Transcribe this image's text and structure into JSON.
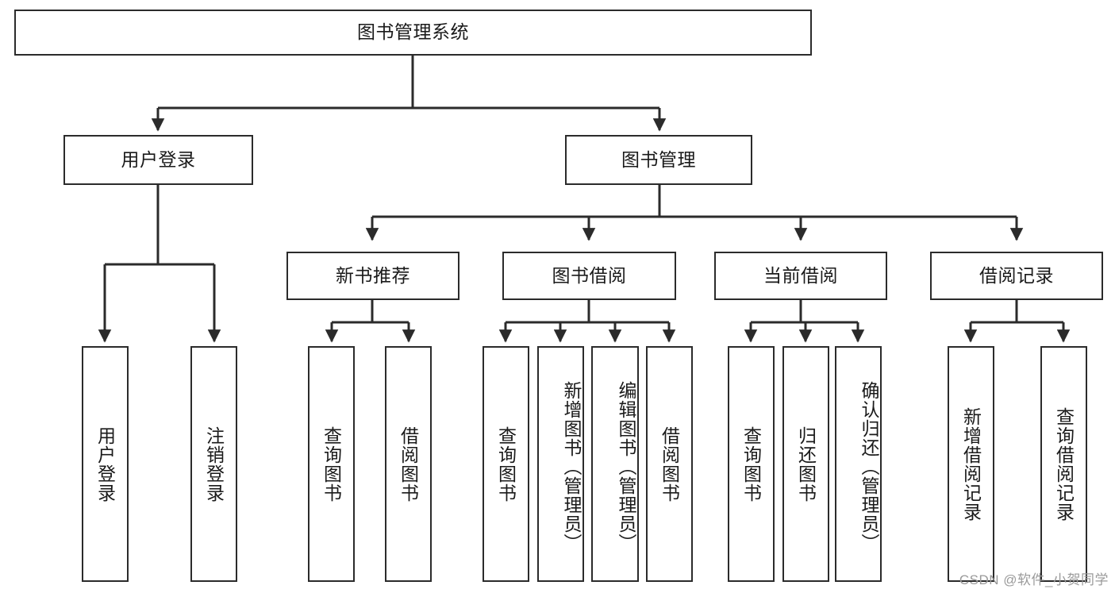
{
  "diagram": {
    "type": "tree-hierarchy",
    "title": "图书管理系统",
    "orientation": "top-down",
    "colors": {
      "box_border": "#2b2b2b",
      "box_fill": "#ffffff",
      "connector": "#2b2b2b",
      "text": "#1a1a1a",
      "watermark": "#9a9a9a"
    }
  },
  "nodes": {
    "root": {
      "label": "图书管理系统"
    },
    "level2": [
      {
        "id": "user-login",
        "label": "用户登录"
      },
      {
        "id": "book-manage",
        "label": "图书管理"
      }
    ],
    "level3": [
      {
        "id": "new-book-recommend",
        "label": "新书推荐"
      },
      {
        "id": "book-borrow",
        "label": "图书借阅"
      },
      {
        "id": "current-borrow",
        "label": "当前借阅"
      },
      {
        "id": "borrow-record",
        "label": "借阅记录"
      }
    ],
    "leaves": {
      "user-login": [
        {
          "id": "leaf-user-login",
          "label": "用户登录"
        },
        {
          "id": "leaf-logout-login",
          "label": "注销登录"
        }
      ],
      "new-book-recommend": [
        {
          "id": "leaf-query-book-1",
          "label": "查询图书"
        },
        {
          "id": "leaf-borrow-book-1",
          "label": "借阅图书"
        }
      ],
      "book-borrow": [
        {
          "id": "leaf-query-book-2",
          "label": "查询图书"
        },
        {
          "id": "leaf-add-book",
          "label": "新增图书（管理员）"
        },
        {
          "id": "leaf-edit-book",
          "label": "编辑图书（管理员）"
        },
        {
          "id": "leaf-borrow-book-2",
          "label": "借阅图书"
        }
      ],
      "current-borrow": [
        {
          "id": "leaf-query-book-3",
          "label": "查询图书"
        },
        {
          "id": "leaf-return-book",
          "label": "归还图书"
        },
        {
          "id": "leaf-confirm-return",
          "label": "确认归还（管理员）"
        }
      ],
      "borrow-record": [
        {
          "id": "leaf-add-record",
          "label": "新增借阅记录"
        },
        {
          "id": "leaf-query-record",
          "label": "查询借阅记录"
        }
      ]
    }
  },
  "watermark": {
    "text": "CSDN @软件_小贺同学"
  }
}
